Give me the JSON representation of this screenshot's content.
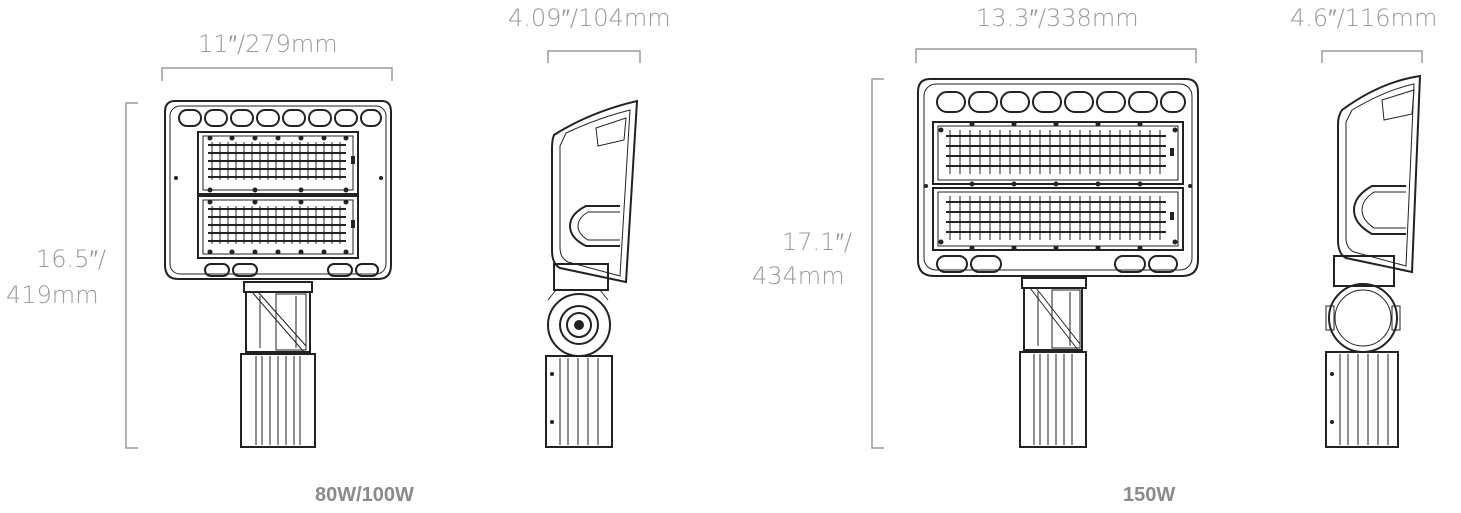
{
  "models": [
    {
      "label": "80W/100W",
      "front_width": "11″/279mm",
      "side_depth": "4.09″/104mm",
      "height_line1": "16.5″/",
      "height_line2": "419mm"
    },
    {
      "label": "150W",
      "front_width": "13.3″/338mm",
      "side_depth": "4.6″/116mm",
      "height_line1": "17.1″/",
      "height_line2": "434mm"
    }
  ],
  "colors": {
    "dimension": "#9a9a9a",
    "drawing": "#222222",
    "label": "#8a8a8a"
  }
}
